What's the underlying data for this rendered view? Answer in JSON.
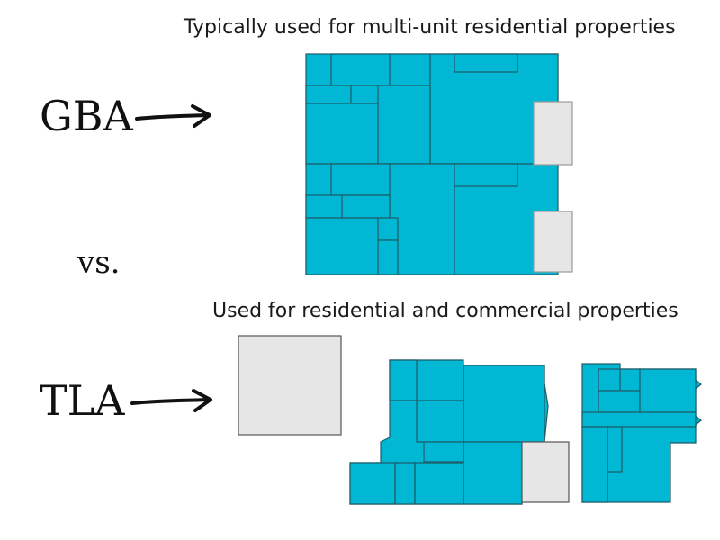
{
  "top_caption": "Typically used for multi-unit residential properties",
  "gba_label": "GBA",
  "vs_label": "vs.",
  "bottom_caption": "Used for residential and commercial properties",
  "tla_label": "TLA",
  "colors": {
    "floor_fill": "#00b8d4",
    "floor_stroke": "#1f5c66",
    "garage_fill": "#e6e6e6",
    "garage_stroke": "#9a9a9a",
    "text": "#111111"
  },
  "icons": [
    "right-arrow-icon",
    "right-arrow-icon"
  ]
}
